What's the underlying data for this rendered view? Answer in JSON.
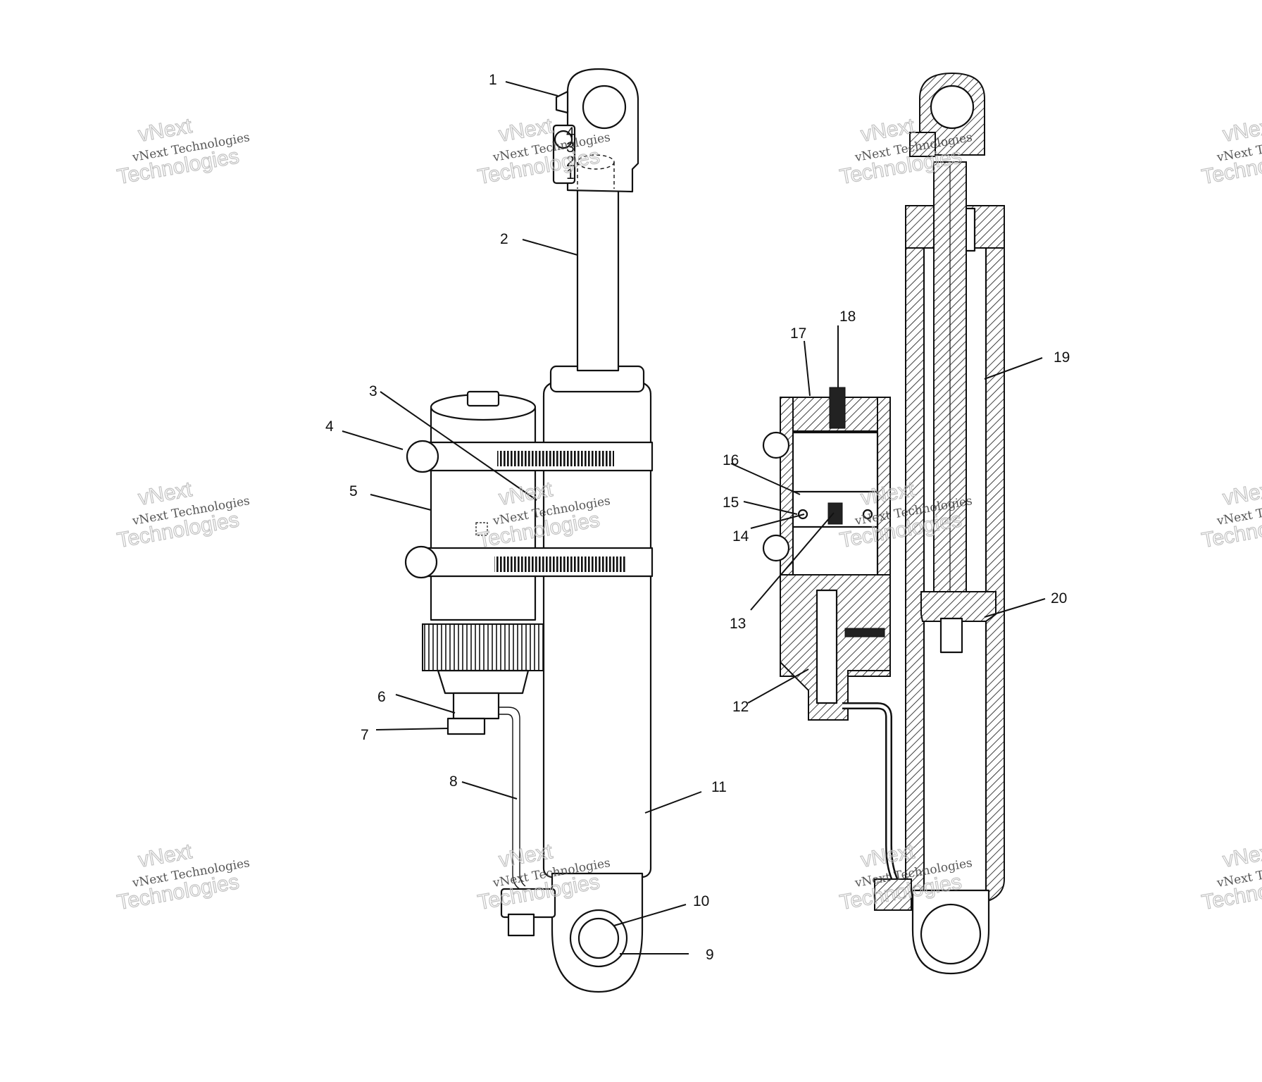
{
  "watermark": {
    "top_text": "vNext",
    "small_text": "vNext Technologies",
    "big_text": "Technologies"
  },
  "callouts": [
    "1",
    "2",
    "3",
    "4",
    "5",
    "6",
    "7",
    "8",
    "9",
    "10",
    "11",
    "12",
    "13",
    "14",
    "15",
    "16",
    "17",
    "18",
    "19",
    "20"
  ],
  "dial_numbers": [
    "1",
    "2",
    "3",
    "4"
  ]
}
